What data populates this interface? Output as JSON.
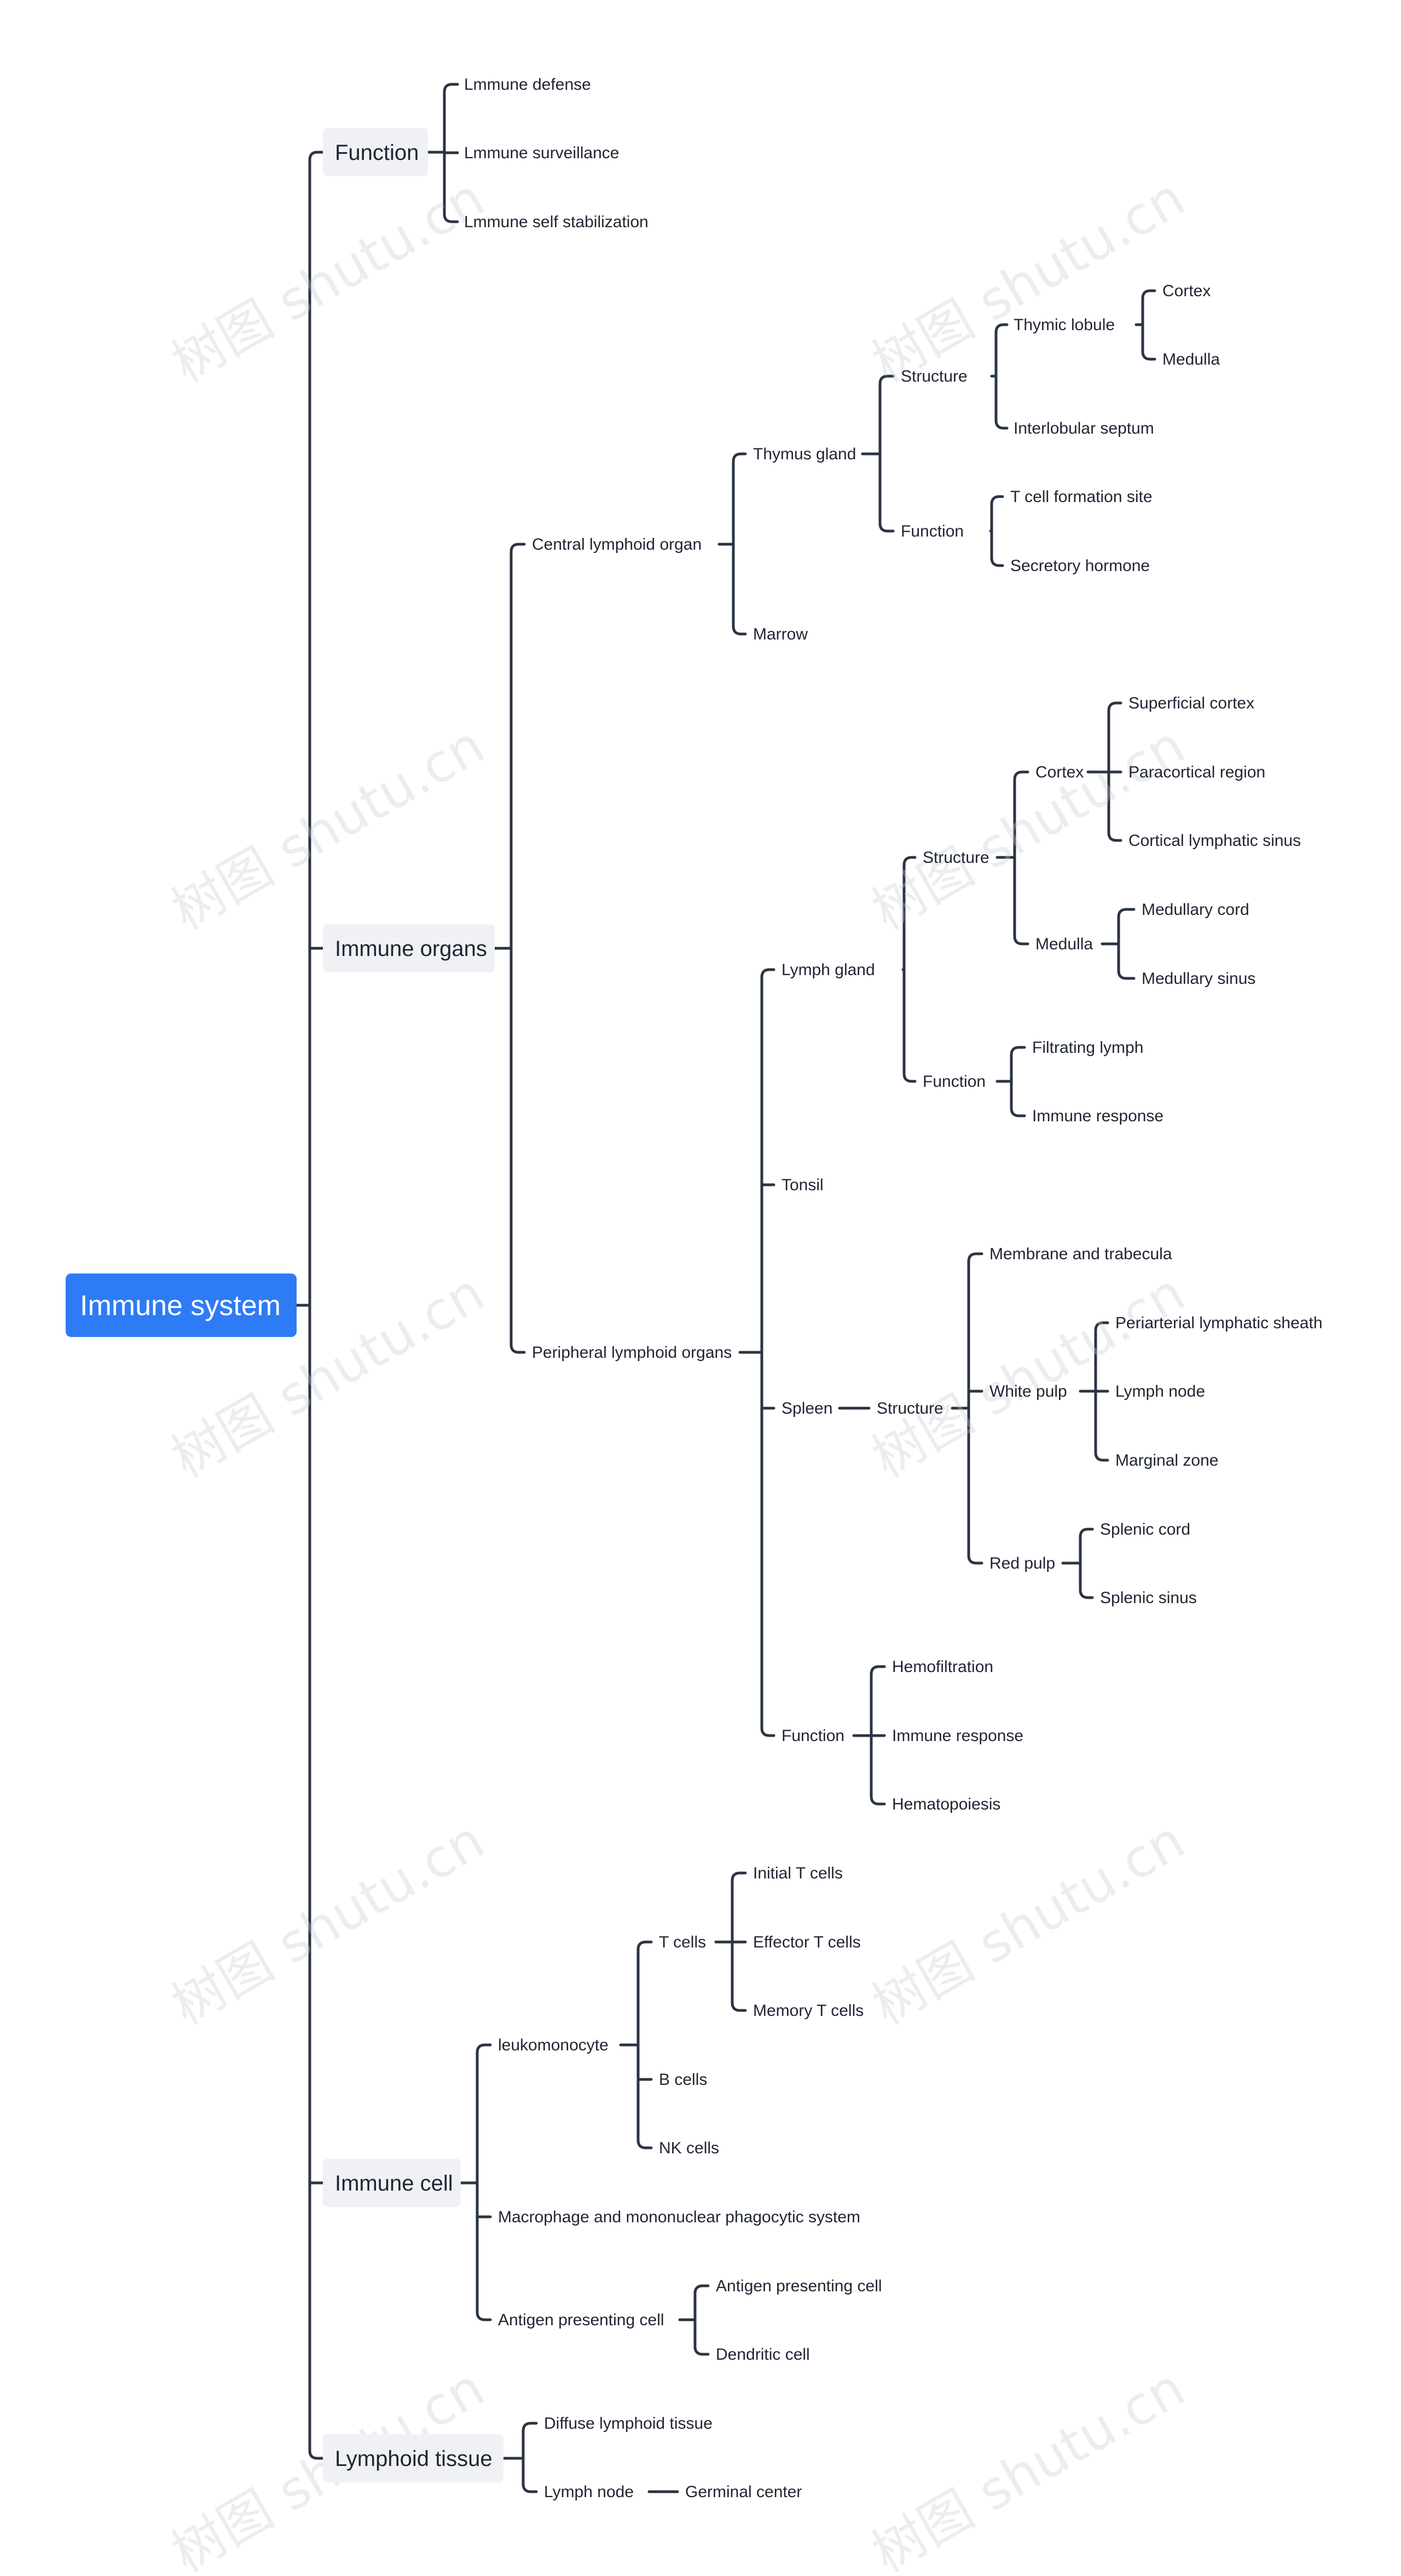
{
  "root": "Immune system",
  "branches": [
    {
      "label": "Function",
      "children": [
        {
          "label": "Lmmune defense"
        },
        {
          "label": "Lmmune surveillance"
        },
        {
          "label": "Lmmune self stabilization"
        }
      ]
    },
    {
      "label": "Immune organs",
      "children": [
        {
          "label": "Central lymphoid organ",
          "children": [
            {
              "label": "Thymus gland",
              "children": [
                {
                  "label": "Structure",
                  "children": [
                    {
                      "label": "Thymic lobule",
                      "children": [
                        {
                          "label": "Cortex"
                        },
                        {
                          "label": "Medulla"
                        }
                      ]
                    },
                    {
                      "label": "Interlobular septum"
                    }
                  ]
                },
                {
                  "label": "Function",
                  "children": [
                    {
                      "label": "T cell formation site"
                    },
                    {
                      "label": "Secretory hormone"
                    }
                  ]
                }
              ]
            },
            {
              "label": "Marrow"
            }
          ]
        },
        {
          "label": "Peripheral lymphoid organs",
          "children": [
            {
              "label": "Lymph gland",
              "children": [
                {
                  "label": "Structure",
                  "children": [
                    {
                      "label": "Cortex",
                      "children": [
                        {
                          "label": "Superficial cortex"
                        },
                        {
                          "label": "Paracortical region"
                        },
                        {
                          "label": "Cortical lymphatic sinus"
                        }
                      ]
                    },
                    {
                      "label": "Medulla",
                      "children": [
                        {
                          "label": "Medullary cord"
                        },
                        {
                          "label": "Medullary sinus"
                        }
                      ]
                    }
                  ]
                },
                {
                  "label": "Function",
                  "children": [
                    {
                      "label": "Filtrating lymph"
                    },
                    {
                      "label": "Immune response"
                    }
                  ]
                }
              ]
            },
            {
              "label": "Tonsil"
            },
            {
              "label": "Spleen",
              "children": [
                {
                  "label": "Structure",
                  "children": [
                    {
                      "label": "Membrane and trabecula"
                    },
                    {
                      "label": "White pulp",
                      "children": [
                        {
                          "label": "Periarterial lymphatic sheath"
                        },
                        {
                          "label": "Lymph node"
                        },
                        {
                          "label": "Marginal zone"
                        }
                      ]
                    },
                    {
                      "label": "Red pulp",
                      "children": [
                        {
                          "label": "Splenic cord"
                        },
                        {
                          "label": "Splenic sinus"
                        }
                      ]
                    }
                  ]
                }
              ]
            },
            {
              "label": "Function",
              "children": [
                {
                  "label": "Hemofiltration"
                },
                {
                  "label": "Immune response"
                },
                {
                  "label": "Hematopoiesis"
                }
              ]
            }
          ]
        }
      ]
    },
    {
      "label": "Immune cell",
      "children": [
        {
          "label": "leukomonocyte",
          "children": [
            {
              "label": "T cells",
              "children": [
                {
                  "label": "Initial T cells"
                },
                {
                  "label": "Effector T cells"
                },
                {
                  "label": "Memory T cells"
                }
              ]
            },
            {
              "label": "B cells"
            },
            {
              "label": "NK cells"
            }
          ]
        },
        {
          "label": "Macrophage and mononuclear phagocytic system"
        },
        {
          "label": "Antigen presenting cell",
          "children": [
            {
              "label": "Antigen presenting cell"
            },
            {
              "label": "Dendritic cell"
            }
          ]
        }
      ]
    },
    {
      "label": "Lymphoid tissue",
      "children": [
        {
          "label": "Diffuse lymphoid tissue"
        },
        {
          "label": "Lymph node",
          "children": [
            {
              "label": "Germinal center"
            }
          ]
        }
      ]
    }
  ],
  "watermark": "树图 shutu.cn",
  "colors": {
    "root_fill": "#2e7bf6",
    "branch_fill": "#f0f1f4",
    "line": "#2b3444",
    "text": "#1f2533"
  }
}
